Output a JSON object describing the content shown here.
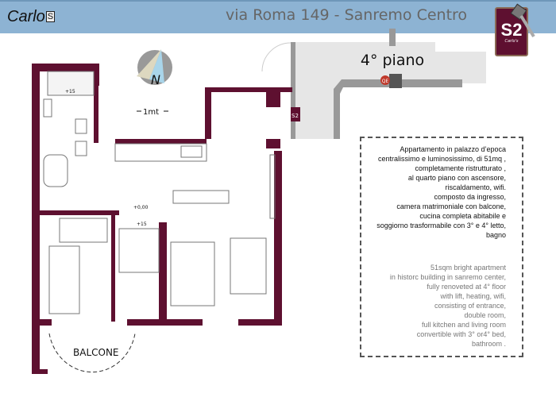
{
  "header": {
    "brand": "Carlo",
    "brand_badge": "S",
    "address": "via Roma 149 -  Sanremo Centro",
    "logo_code": "S2",
    "logo_sub": "Carlo's"
  },
  "plan": {
    "floor_label": "4° piano",
    "lift_label": "QE",
    "door_badge": "S2",
    "compass_label": "N",
    "scale_label": "1mt",
    "level_bath": "+15",
    "level_entry": "+0,00",
    "level_living": "+15",
    "balcony_label": "BALCONE",
    "wall_color": "#5e1030",
    "landing_color": "#e6e6e6"
  },
  "description": {
    "italian": [
      "Appartamento in palazzo d’epoca",
      "centralissimo e luminosissimo, di 51mq ,",
      "completamente ristrutturato ,",
      "al quarto piano con ascensore,",
      "riscaldamento, wifi.",
      "composto da ingresso,",
      "camera matrimoniale con balcone,",
      "cucina completa abitabile e",
      "soggiorno trasformabile con 3° e 4° letto,",
      "bagno"
    ],
    "english": [
      "51sqm bright apartment",
      "in historc building in sanremo center,",
      "fully renoveted at 4° floor",
      "with lift, heating, wifi,",
      "consisting of entrance,",
      "double room,",
      "full kitchen and living room",
      "convertible with 3° or4° bed,",
      "bathroom ."
    ]
  }
}
